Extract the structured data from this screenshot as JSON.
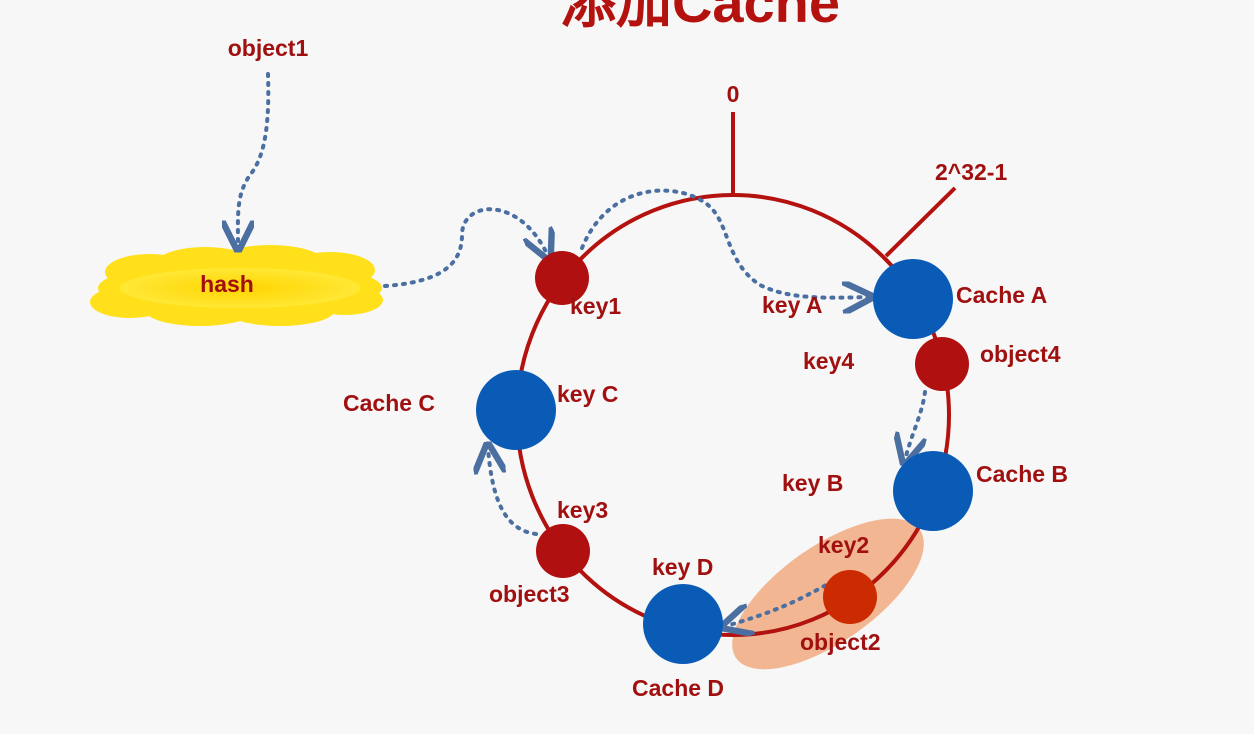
{
  "title": "添加Cache",
  "zero_label": "0",
  "max_label": "2^32-1",
  "hash_label": "hash",
  "object1_label": "object1",
  "caches": {
    "a": {
      "name": "Cache A",
      "key": "key A"
    },
    "b": {
      "name": "Cache B",
      "key": "key B"
    },
    "c": {
      "name": "Cache C",
      "key": "key C"
    },
    "d": {
      "name": "Cache D",
      "key": "key D"
    }
  },
  "objects": {
    "key1": {
      "key": "key1"
    },
    "object2": {
      "name": "object2",
      "key": "key2"
    },
    "object3": {
      "name": "object3",
      "key": "key3"
    },
    "object4": {
      "name": "object4",
      "key": "key4"
    }
  },
  "colors": {
    "ring": "#b3120f",
    "label": "#a11010",
    "cache_node": "#0a5bb5",
    "object_node": "#b01010",
    "object2_node": "#cc2a00",
    "arrow": "#4a6fa0",
    "hash_cloud": "#ffe01a",
    "highlight": "#f0a070"
  }
}
